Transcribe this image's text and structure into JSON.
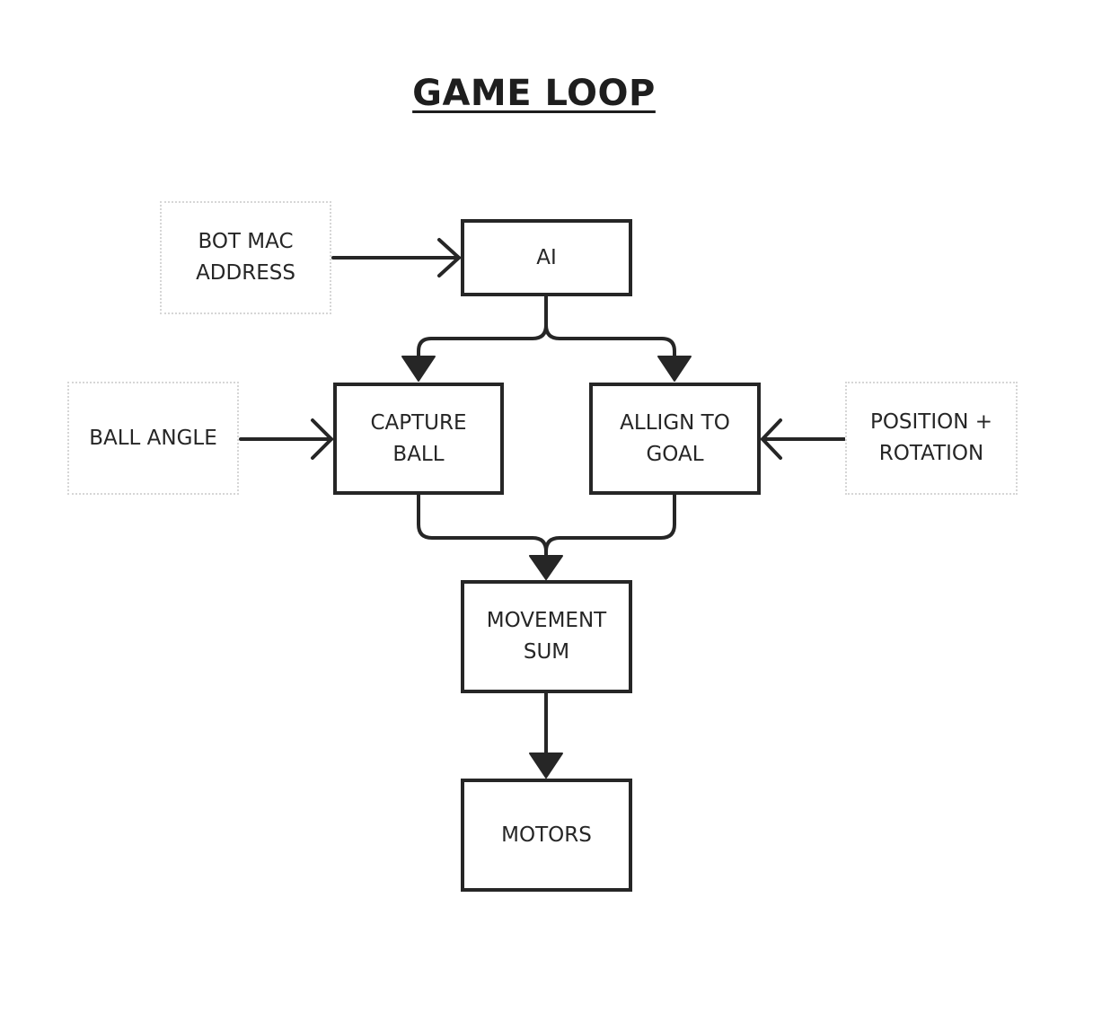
{
  "title": "GAME LOOP",
  "nodes": {
    "bot_mac": "BOT MAC\nADDRESS",
    "ai": "AI",
    "ball_angle": "BALL ANGLE",
    "capture_ball": "CAPTURE\nBALL",
    "allign_goal": "ALLIGN TO\nGOAL",
    "position_rotation": "POSITION +\nROTATION",
    "movement_sum": "MOVEMENT\nSUM",
    "motors": "MOTORS"
  },
  "edges": [
    {
      "from": "BOT MAC ADDRESS",
      "to": "AI"
    },
    {
      "from": "AI",
      "to": "CAPTURE BALL"
    },
    {
      "from": "AI",
      "to": "ALLIGN TO GOAL"
    },
    {
      "from": "BALL ANGLE",
      "to": "CAPTURE BALL"
    },
    {
      "from": "POSITION + ROTATION",
      "to": "ALLIGN TO GOAL"
    },
    {
      "from": "CAPTURE BALL",
      "to": "MOVEMENT SUM"
    },
    {
      "from": "ALLIGN TO GOAL",
      "to": "MOVEMENT SUM"
    },
    {
      "from": "MOVEMENT SUM",
      "to": "MOTORS"
    }
  ],
  "colors": {
    "line": "#262626",
    "dotted_border": "#d6d6d6",
    "background": "#ffffff"
  }
}
